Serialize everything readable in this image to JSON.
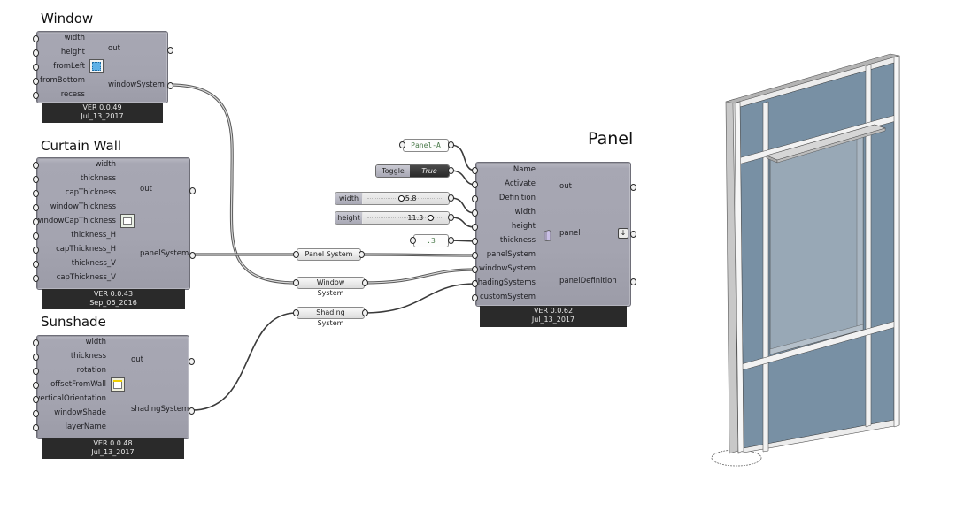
{
  "components": {
    "window": {
      "title": "Window",
      "inputs": [
        "width",
        "height",
        "fromLeft",
        "fromBottom",
        "recess"
      ],
      "outputs": [
        "out",
        "windowSystem"
      ],
      "icon": "window-icon",
      "version": "VER 0.0.49",
      "date": "Jul_13_2017"
    },
    "curtain_wall": {
      "title": "Curtain Wall",
      "inputs": [
        "width",
        "thickness",
        "capThickness",
        "windowThickness",
        "windowCapThickness",
        "thickness_H",
        "capThickness_H",
        "thickness_V",
        "capThickness_V"
      ],
      "outputs": [
        "out",
        "panelSystem"
      ],
      "icon": "curtain-wall-icon",
      "version": "VER 0.0.43",
      "date": "Sep_06_2016"
    },
    "sunshade": {
      "title": "Sunshade",
      "inputs": [
        "width",
        "thickness",
        "rotation",
        "offsetFromWall",
        "verticalOrientation",
        "windowShade",
        "layerName"
      ],
      "outputs": [
        "out",
        "shadingSystem"
      ],
      "icon": "sunshade-icon",
      "version": "VER 0.0.48",
      "date": "Jul_13_2017"
    },
    "panel": {
      "title": "Panel",
      "inputs": [
        "Name",
        "Activate",
        "Definition",
        "width",
        "height",
        "thickness",
        "panelSystem",
        "windowSystem",
        "shadingSystems",
        "customSystem"
      ],
      "outputs": [
        "out",
        "panel",
        "panelDefinition"
      ],
      "icon": "panel-icon",
      "version": "VER 0.0.62",
      "date": "Jul_13_2017"
    }
  },
  "params": {
    "name_panel": "Panel-A",
    "toggle": {
      "label": "Toggle",
      "value": "True"
    },
    "width_slider": {
      "label": "width",
      "value": "5.8",
      "fraction": 0.45
    },
    "height_slider": {
      "label": "height",
      "value": "11.3",
      "fraction": 0.85
    },
    "thickness_panel": ".3"
  },
  "relays": {
    "panel_system": "Panel System",
    "window_system": "Window System",
    "shading_system": "Shading System"
  },
  "colors": {
    "component_body": "#a6a6b2",
    "footer": "#2a2a2a",
    "glass": "#7890a4",
    "window_glass": "#98a8b6",
    "mullion": "#f2f2f2"
  }
}
